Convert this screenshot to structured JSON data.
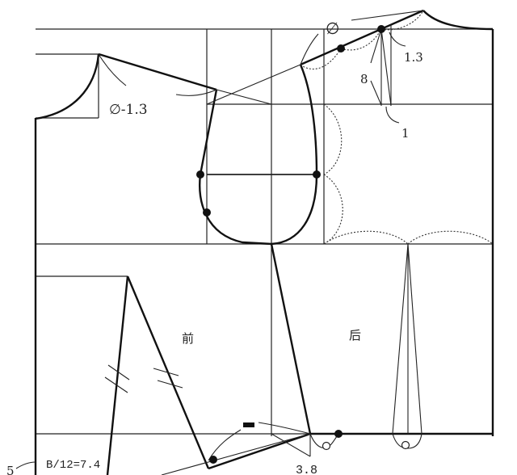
{
  "diagram": {
    "type": "garment-pattern-draft",
    "panels": {
      "front_label": "前",
      "back_label": "后"
    },
    "annotations": {
      "front_neck": "∅-1.3",
      "back_shoulder_symbol": "∅",
      "back_shoulder_ease": "1.3",
      "back_dart_length": "8",
      "back_dart_width": "1",
      "bust_dart": "B/12=7.4",
      "side_left": "5",
      "side_seam_offset": "3.8",
      "waist_mark": "▬"
    },
    "colors": {
      "line": "#111111",
      "guide": "#222222",
      "background": "#ffffff"
    }
  }
}
